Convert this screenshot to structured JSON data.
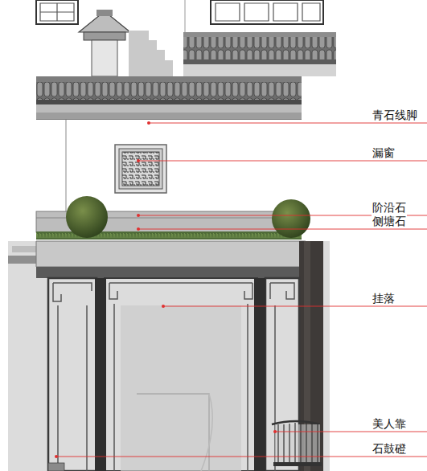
{
  "diagram": {
    "labels": [
      "青石线脚",
      "漏窗",
      "阶沿石",
      "侧塘石",
      "挂落",
      "美人靠",
      "石鼓磴"
    ]
  }
}
